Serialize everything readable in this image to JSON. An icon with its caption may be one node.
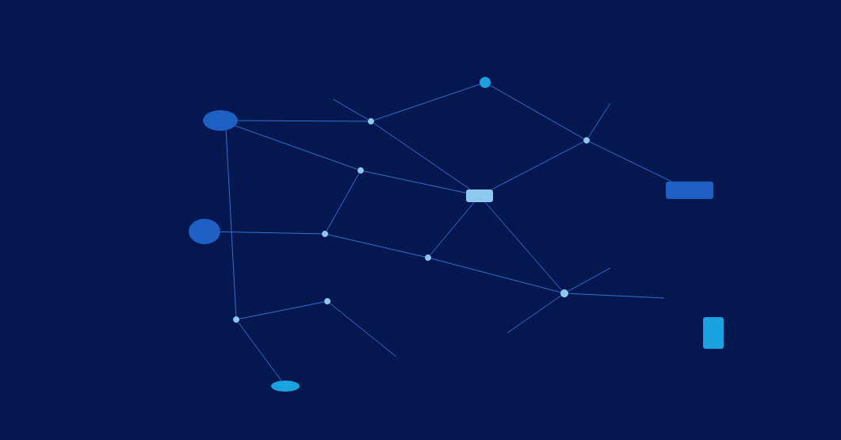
{
  "diagram": {
    "nodes": [
      {
        "text": [],
        "shape": "circle"
      },
      {
        "text": [],
        "shape": "circle"
      },
      {
        "text": [],
        "shape": "circle"
      },
      {
        "text": [],
        "shape": "circle"
      },
      {
        "text": [],
        "shape": "box"
      },
      {
        "text": [],
        "shape": "circle"
      },
      {
        "text": [],
        "shape": "box"
      },
      {
        "text": [],
        "shape": "circle"
      },
      {
        "text": [],
        "shape": "circle"
      },
      {
        "text": [],
        "shape": "circle"
      },
      {
        "text": [],
        "shape": "circle"
      },
      {
        "text": [],
        "shape": "circle"
      },
      {
        "text": [],
        "shape": "circle"
      },
      {
        "text": [],
        "shape": "circle"
      },
      {
        "text": [],
        "shape": "box"
      }
    ],
    "edges": [
      {
        "from": 0,
        "to": 2,
        "arrow": "none"
      },
      {
        "from": 2,
        "to": 1,
        "arrow": "none"
      },
      {
        "from": 1,
        "to": 3,
        "arrow": "none"
      },
      {
        "from": 3,
        "to": 6,
        "arrow": "none"
      },
      {
        "from": 3,
        "to": 4,
        "arrow": "none"
      },
      {
        "from": 2,
        "to": 4,
        "arrow": "none"
      },
      {
        "from": 0,
        "to": 5,
        "arrow": "none"
      },
      {
        "from": 5,
        "to": 4,
        "arrow": "none"
      },
      {
        "from": 0,
        "to": 11,
        "arrow": "none"
      },
      {
        "from": 7,
        "to": 8,
        "arrow": "none"
      },
      {
        "from": 8,
        "to": 5,
        "arrow": "none"
      },
      {
        "from": 8,
        "to": 9,
        "arrow": "none"
      },
      {
        "from": 9,
        "to": 10,
        "arrow": "none"
      },
      {
        "from": 4,
        "to": 10,
        "arrow": "none"
      },
      {
        "from": 4,
        "to": 9,
        "arrow": "none"
      },
      {
        "from": 11,
        "to": 12,
        "arrow": "none"
      },
      {
        "from": 11,
        "to": 13,
        "arrow": "none"
      },
      {
        "from": 10,
        "to": null,
        "arrow": "none"
      },
      {
        "from": 10,
        "to": null,
        "arrow": "none"
      },
      {
        "from": 10,
        "to": null,
        "arrow": "none"
      },
      {
        "from": 12,
        "to": null,
        "arrow": "none"
      },
      {
        "from": 3,
        "to": null,
        "arrow": "none"
      },
      {
        "from": 2,
        "to": null,
        "arrow": "none"
      }
    ]
  }
}
